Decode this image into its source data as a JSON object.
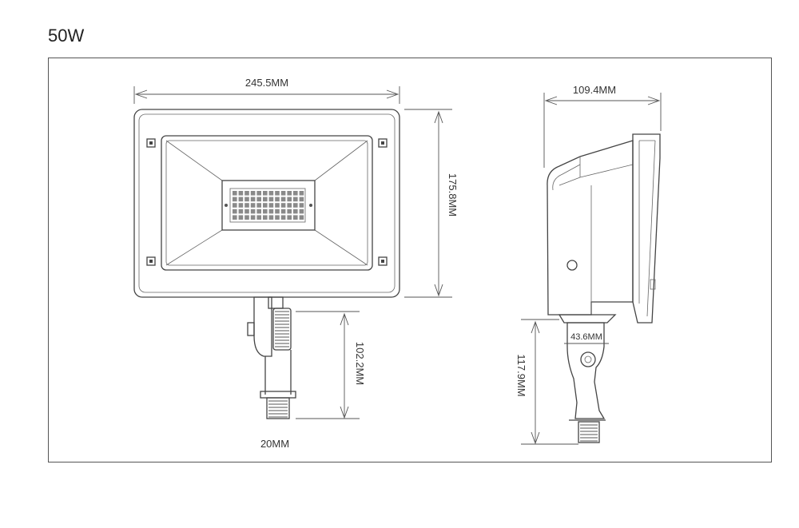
{
  "title": "50W",
  "dims": {
    "front_width": "245.5MM",
    "front_height": "175.8MM",
    "bracket_length": "102.2MM",
    "conduit": "20MM",
    "side_depth": "109.4MM",
    "side_bracket": "43.6MM",
    "side_height": "117.9MM"
  }
}
